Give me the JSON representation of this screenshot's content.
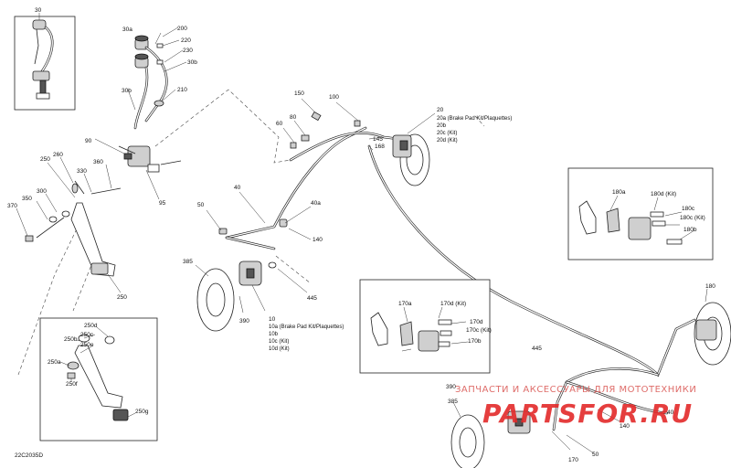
{
  "diagram_code": "22C2035D",
  "watermark": {
    "text": "ЗАПЧАСТИ И АКСЕССУАРЫ ДЛЯ МОТОТЕХНИКИ",
    "logo": "PARTSFOR.RU"
  },
  "labels": {
    "l30": "30",
    "l30a": "30a",
    "l200": "200",
    "l220": "220",
    "l230": "230",
    "l30b_top": "30b",
    "l30b": "30b",
    "l210": "210",
    "l150": "150",
    "l100": "100",
    "l80": "80",
    "l60": "60",
    "l145": "145",
    "l168": "168",
    "l20": "20",
    "l20a": "20a (Brake Pad Kit/Plaquettes)",
    "l20b": "20b",
    "l20c": "20c (Kit)",
    "l20d": "20d (Kit)",
    "l90": "90",
    "l360": "360",
    "l260": "260",
    "l250_top": "250",
    "l330": "330",
    "l300": "300",
    "l350": "350",
    "l370": "370",
    "l95": "95",
    "l40": "40",
    "l40a": "40a",
    "l50_left": "50",
    "l140_left": "140",
    "l385_left": "385",
    "l445_left": "445",
    "l390": "390",
    "l10": "10",
    "l10a": "10a (Brake Pad Kit/Plaquettes)",
    "l10b": "10b",
    "l10c": "10c (Kit)",
    "l10d": "10d (Kit)",
    "l250_mid": "250",
    "l250d": "250d",
    "l250c": "250c",
    "l250b": "250b",
    "l250a": "250a",
    "l250e": "250e",
    "l250f": "250f",
    "l250g": "250g",
    "l180a": "180a",
    "l180d": "180d (Kit)",
    "l180c": "180c",
    "l180c_kit": "180c (Kit)",
    "l180b": "180b",
    "l180": "180",
    "l170a": "170a",
    "l170d": "170d (Kit)",
    "l170d2": "170d",
    "l170c": "170c (Kit)",
    "l170b": "170b",
    "l445_right": "445",
    "l390_right": "390",
    "l140_right": "140",
    "l385_right": "385",
    "l170": "170",
    "l50_right": "50",
    "l40_right": "40"
  }
}
